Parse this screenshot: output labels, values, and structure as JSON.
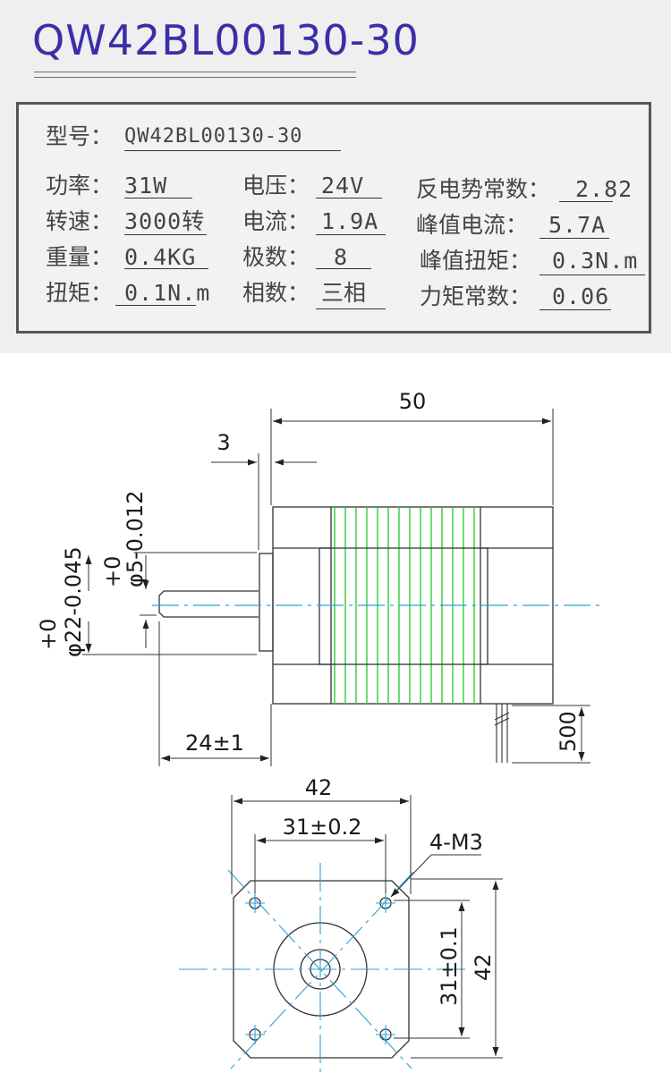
{
  "title": "QW42BL00130-30",
  "specs": {
    "model": {
      "label": "型号：",
      "value": "QW42BL00130-30"
    },
    "power": {
      "label": "功率：",
      "value": "31W"
    },
    "speed": {
      "label": "转速：",
      "value": "3000转"
    },
    "weight": {
      "label": "重量：",
      "value": "0.4KG"
    },
    "torque": {
      "label": "扭矩：",
      "value": "0.1N.m"
    },
    "voltage": {
      "label": "电压：",
      "value": "24V"
    },
    "current": {
      "label": "电流：",
      "value": "1.9A"
    },
    "poles": {
      "label": "极数：",
      "value": "8"
    },
    "phases": {
      "label": "相数：",
      "value": "三相"
    },
    "back_emf": {
      "label": "反电势常数：",
      "value": "2.82"
    },
    "peak_current": {
      "label": "峰值电流：",
      "value": "5.7A"
    },
    "peak_torque": {
      "label": "峰值扭矩：",
      "value": "0.3N.m"
    },
    "torque_constant": {
      "label": "力矩常数：",
      "value": "0.06"
    }
  },
  "side_view": {
    "body_length": "50",
    "flange_thickness": "3",
    "shaft_diameter_upper_tol": "+0",
    "shaft_diameter": "φ5-0.012",
    "boss_diameter_upper_tol": "+0",
    "boss_diameter": "φ22-0.045",
    "shaft_length": "24±1",
    "lead_length": "500"
  },
  "front_view": {
    "flange_width": "42",
    "hole_spacing_horizontal": "31±0.2",
    "mounting_holes": "4-M3",
    "hole_spacing_vertical": "31±0.1",
    "flange_height": "42"
  },
  "colors": {
    "title": "#3b2fa8",
    "winding": "#33cc33",
    "centerline": "#29a3d6",
    "outline": "#333333"
  }
}
